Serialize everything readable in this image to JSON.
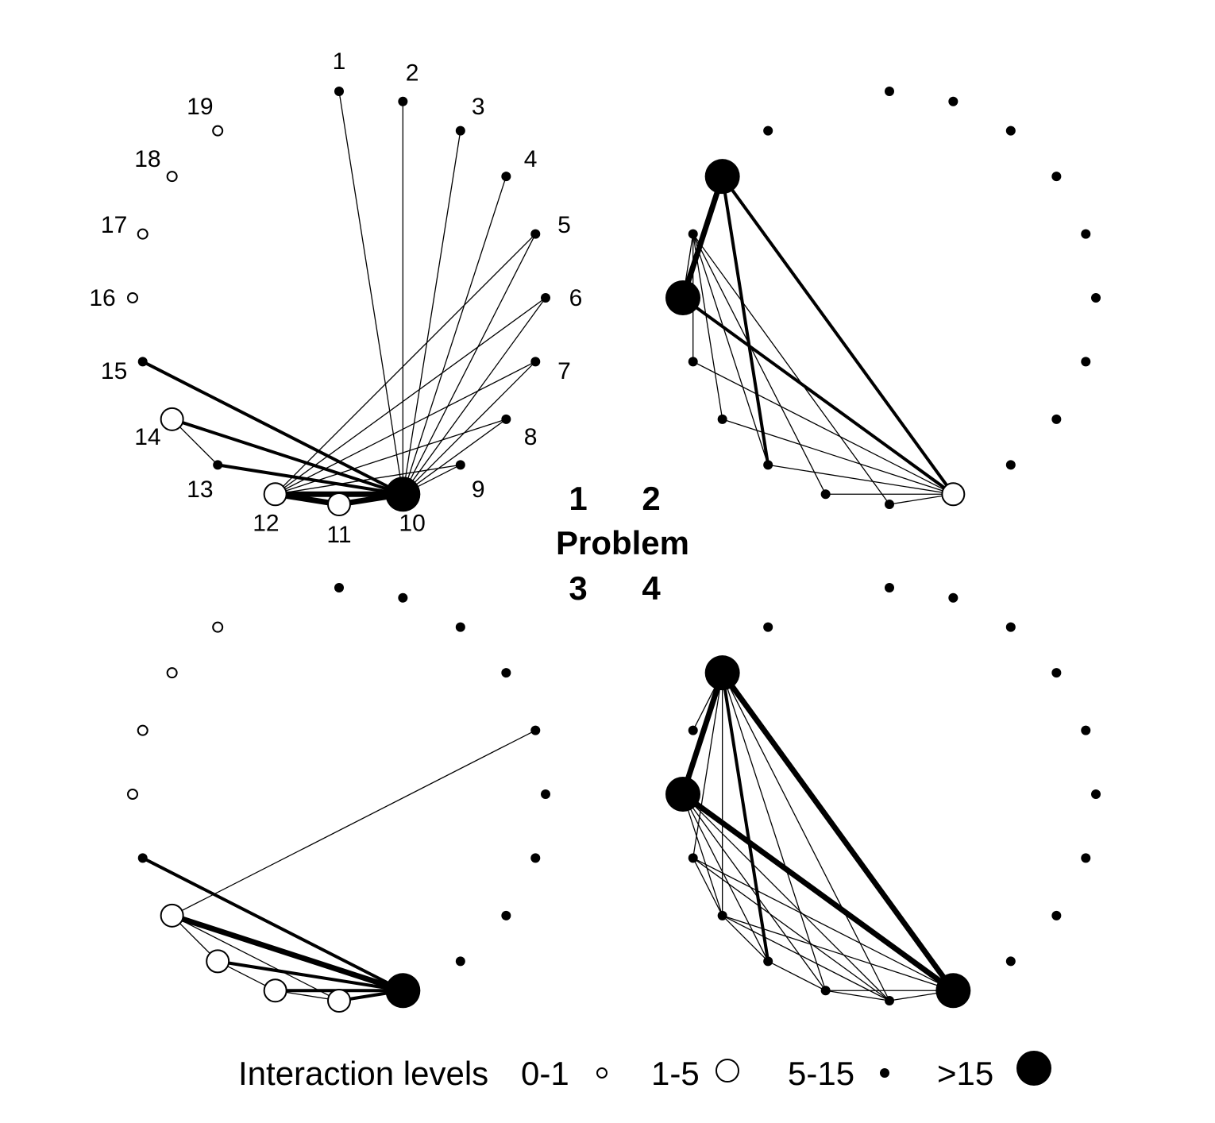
{
  "center": {
    "title": "Problem",
    "numbers": [
      "1",
      "2",
      "3",
      "4"
    ]
  },
  "legend": {
    "label": "Interaction levels",
    "levels": [
      {
        "key": "tiny",
        "label": "0-1"
      },
      {
        "key": "small",
        "label": "1-5"
      },
      {
        "key": "dot",
        "label": "5-15"
      },
      {
        "key": "big",
        "label": ">15"
      }
    ]
  },
  "node_labels": [
    "1",
    "2",
    "3",
    "4",
    "5",
    "6",
    "7",
    "8",
    "9",
    "10",
    "11",
    "12",
    "13",
    "14",
    "15",
    "16",
    "17",
    "18",
    "19"
  ],
  "panels": [
    {
      "problem": "1",
      "show_labels": true,
      "levels": [
        "dot",
        "dot",
        "dot",
        "dot",
        "dot",
        "dot",
        "dot",
        "dot",
        "dot",
        "big",
        "small",
        "small",
        "dot",
        "small",
        "dot",
        "tiny",
        "tiny",
        "tiny",
        "tiny"
      ],
      "edges": [
        [
          1,
          10,
          "thin"
        ],
        [
          2,
          10,
          "thin"
        ],
        [
          3,
          10,
          "thin"
        ],
        [
          4,
          10,
          "thin"
        ],
        [
          5,
          10,
          "thin"
        ],
        [
          6,
          10,
          "thin"
        ],
        [
          7,
          10,
          "thin"
        ],
        [
          8,
          10,
          "thin"
        ],
        [
          9,
          10,
          "thin"
        ],
        [
          5,
          12,
          "thin"
        ],
        [
          6,
          12,
          "thin"
        ],
        [
          7,
          12,
          "thin"
        ],
        [
          8,
          12,
          "thin"
        ],
        [
          9,
          12,
          "thin"
        ],
        [
          11,
          10,
          "thick"
        ],
        [
          12,
          10,
          "thick"
        ],
        [
          12,
          11,
          "thick"
        ],
        [
          13,
          10,
          "medium"
        ],
        [
          14,
          10,
          "medium"
        ],
        [
          15,
          10,
          "medium"
        ],
        [
          14,
          13,
          "thin"
        ]
      ]
    },
    {
      "problem": "2",
      "show_labels": false,
      "levels": [
        "dot",
        "dot",
        "dot",
        "dot",
        "dot",
        "dot",
        "dot",
        "dot",
        "dot",
        "small",
        "dot",
        "dot",
        "dot",
        "dot",
        "dot",
        "big",
        "dot",
        "big",
        "dot"
      ],
      "edges": [
        [
          18,
          16,
          "thick"
        ],
        [
          18,
          13,
          "medium"
        ],
        [
          18,
          10,
          "medium"
        ],
        [
          16,
          10,
          "medium"
        ],
        [
          17,
          16,
          "thin"
        ],
        [
          17,
          15,
          "thin"
        ],
        [
          17,
          14,
          "thin"
        ],
        [
          17,
          13,
          "thin"
        ],
        [
          17,
          12,
          "thin"
        ],
        [
          17,
          11,
          "thin"
        ],
        [
          15,
          10,
          "thin"
        ],
        [
          14,
          10,
          "thin"
        ],
        [
          13,
          10,
          "thin"
        ],
        [
          12,
          10,
          "thin"
        ],
        [
          11,
          10,
          "thin"
        ]
      ]
    },
    {
      "problem": "3",
      "show_labels": false,
      "levels": [
        "dot",
        "dot",
        "dot",
        "dot",
        "dot",
        "dot",
        "dot",
        "dot",
        "dot",
        "big",
        "small",
        "small",
        "small",
        "small",
        "dot",
        "tiny",
        "tiny",
        "tiny",
        "tiny"
      ],
      "edges": [
        [
          5,
          14,
          "thin"
        ],
        [
          14,
          10,
          "thick"
        ],
        [
          13,
          10,
          "medium"
        ],
        [
          12,
          10,
          "medium"
        ],
        [
          11,
          10,
          "medium"
        ],
        [
          15,
          10,
          "medium"
        ],
        [
          14,
          13,
          "thin"
        ],
        [
          13,
          12,
          "thin"
        ],
        [
          12,
          11,
          "thin"
        ],
        [
          14,
          11,
          "thin"
        ]
      ]
    },
    {
      "problem": "4",
      "show_labels": false,
      "levels": [
        "dot",
        "dot",
        "dot",
        "dot",
        "dot",
        "dot",
        "dot",
        "dot",
        "dot",
        "big",
        "dot",
        "dot",
        "dot",
        "dot",
        "dot",
        "big",
        "dot",
        "big",
        "dot"
      ],
      "edges": [
        [
          18,
          16,
          "thick"
        ],
        [
          18,
          13,
          "medium"
        ],
        [
          18,
          10,
          "thick"
        ],
        [
          16,
          10,
          "thick"
        ],
        [
          18,
          15,
          "thin"
        ],
        [
          18,
          14,
          "thin"
        ],
        [
          18,
          12,
          "thin"
        ],
        [
          18,
          11,
          "thin"
        ],
        [
          18,
          17,
          "thin"
        ],
        [
          16,
          14,
          "thin"
        ],
        [
          16,
          13,
          "thin"
        ],
        [
          16,
          12,
          "thin"
        ],
        [
          16,
          11,
          "thin"
        ],
        [
          15,
          14,
          "thin"
        ],
        [
          15,
          10,
          "thin"
        ],
        [
          14,
          13,
          "thin"
        ],
        [
          14,
          10,
          "thin"
        ],
        [
          13,
          12,
          "thin"
        ],
        [
          12,
          11,
          "thin"
        ],
        [
          12,
          10,
          "thin"
        ],
        [
          11,
          10,
          "thin"
        ],
        [
          15,
          11,
          "thin"
        ],
        [
          14,
          11,
          "thin"
        ]
      ]
    }
  ]
}
